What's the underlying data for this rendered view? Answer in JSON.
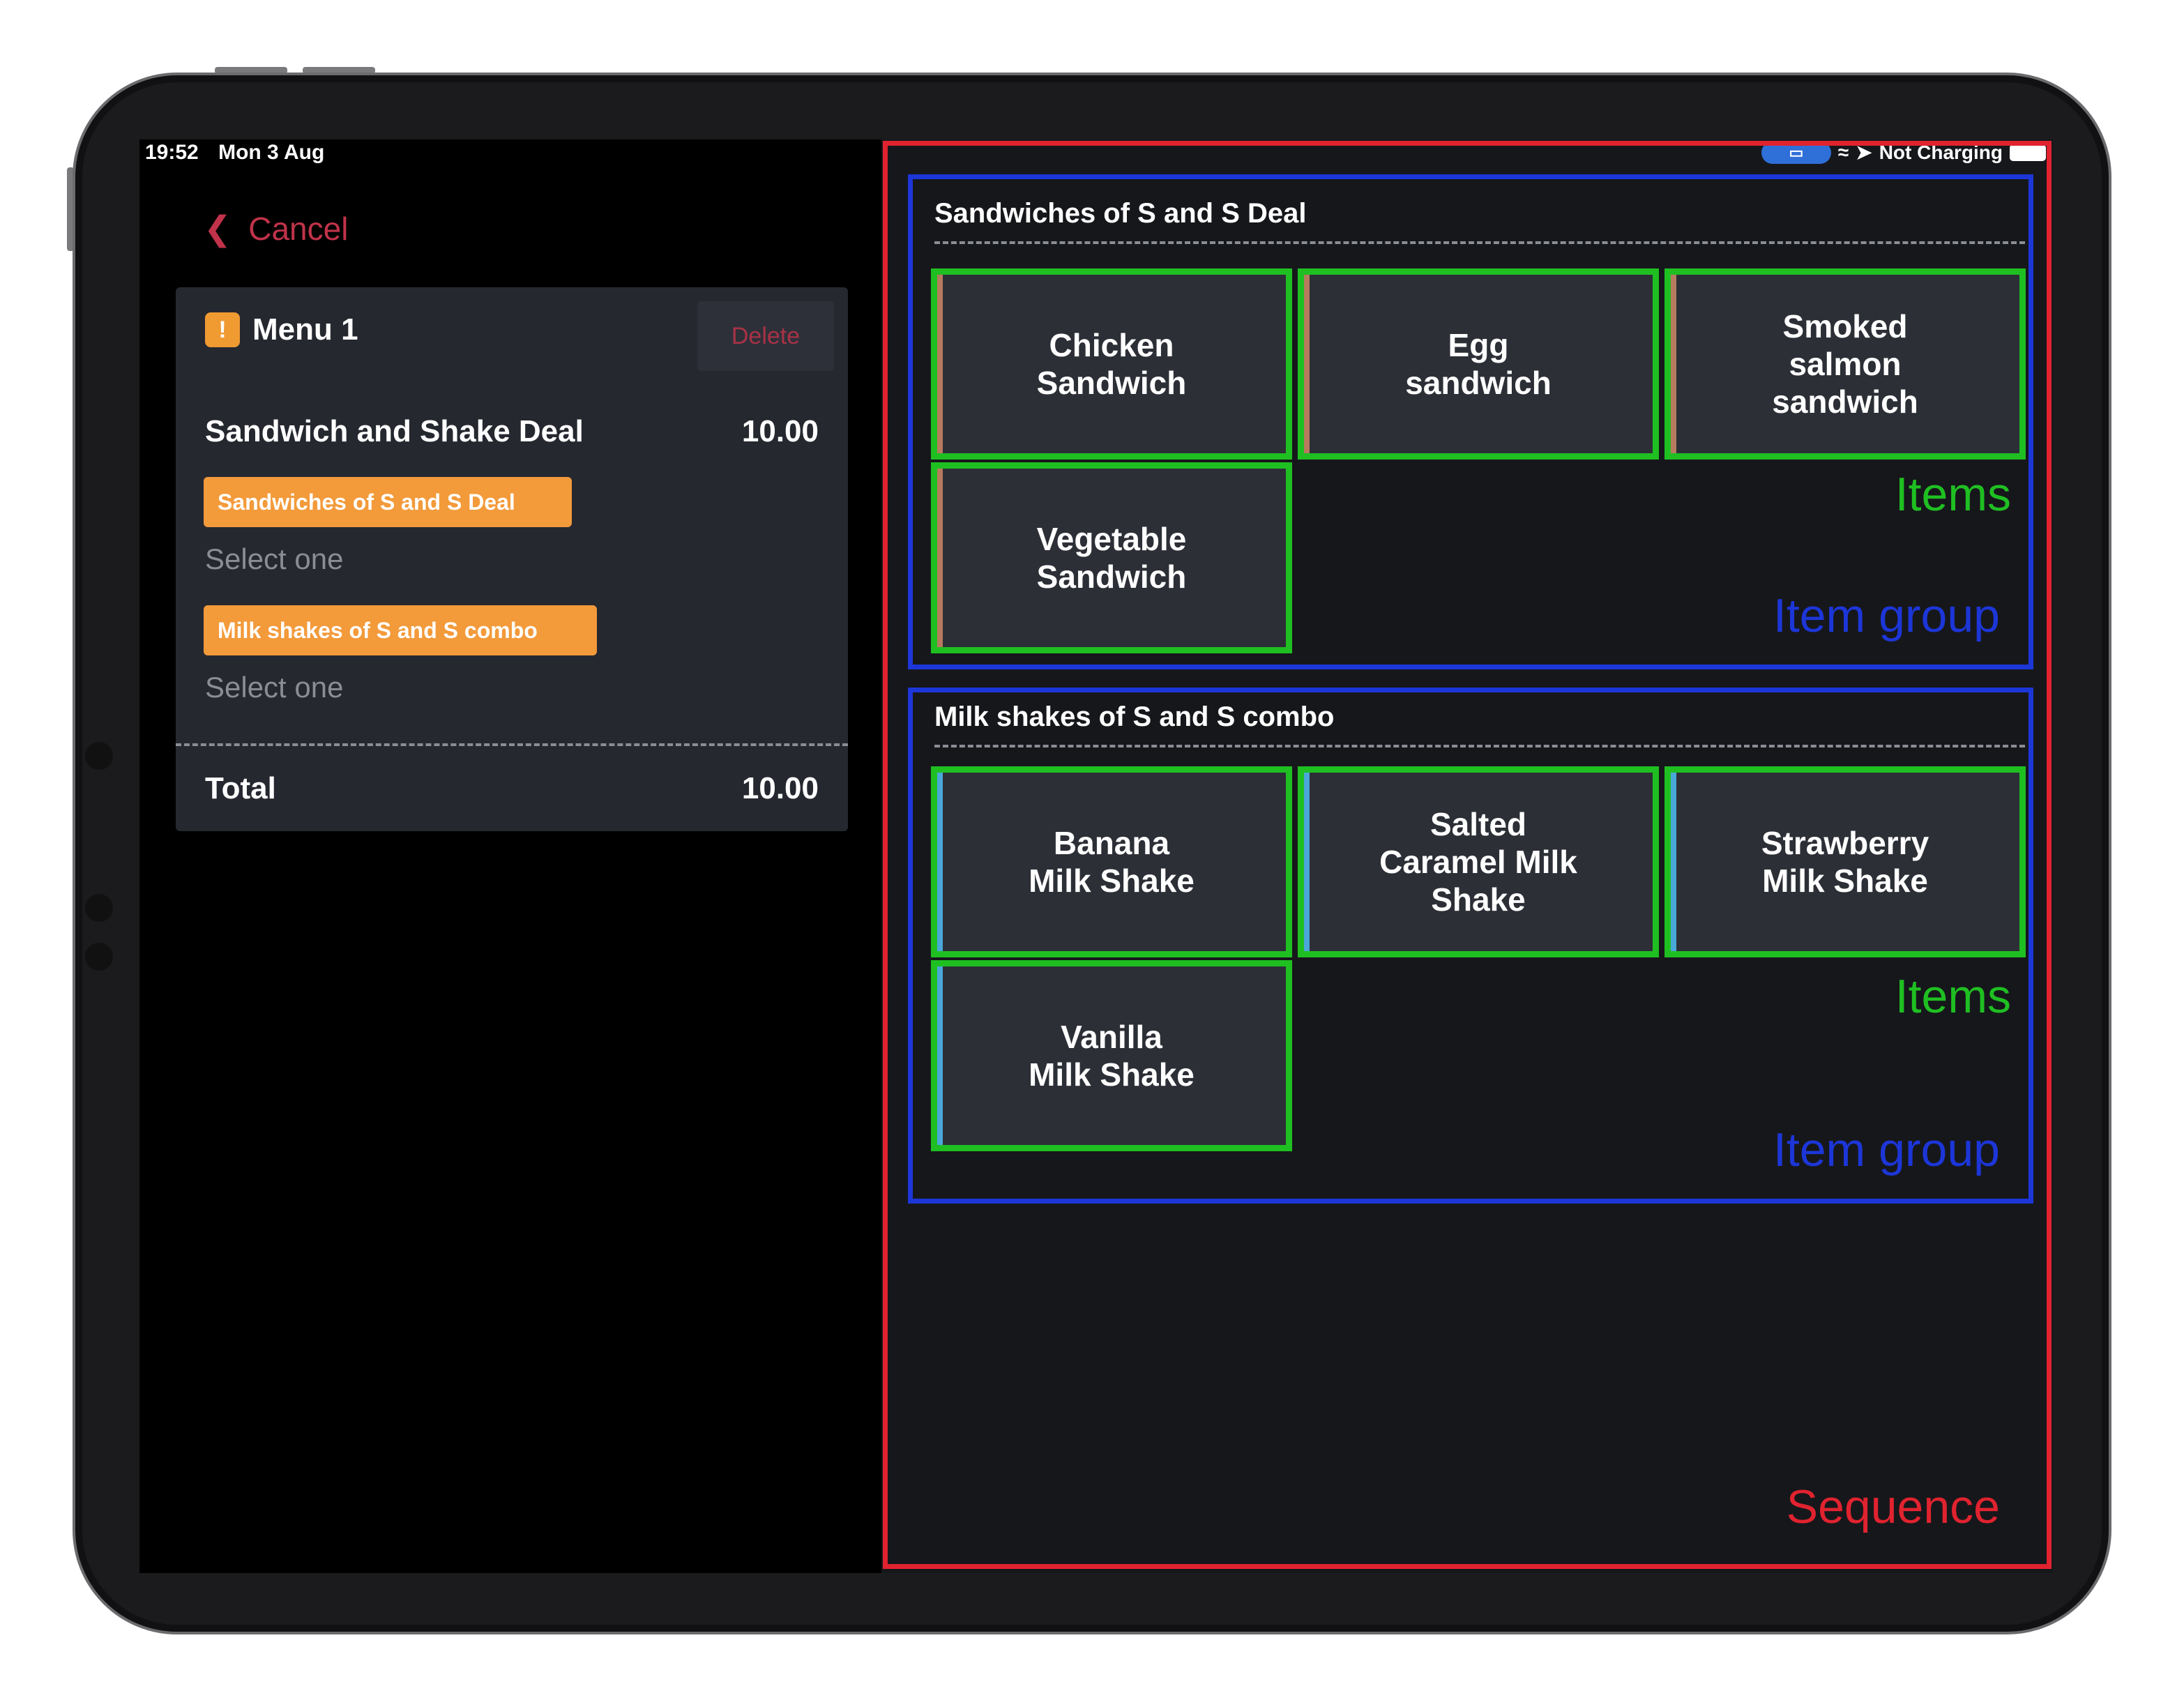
{
  "status_bar": {
    "time": "19:52",
    "date": "Mon 3 Aug",
    "right_text": "Not Charging"
  },
  "left_panel": {
    "cancel_label": "Cancel",
    "menu_title": "Menu 1",
    "delete_label": "Delete",
    "deal_name": "Sandwich and Shake Deal",
    "deal_price": "10.00",
    "tags": [
      {
        "label": "Sandwiches of S and S Deal",
        "hint": "Select one"
      },
      {
        "label": "Milk shakes of S and S combo",
        "hint": "Select one"
      }
    ],
    "total_label": "Total",
    "total_value": "10.00"
  },
  "groups": [
    {
      "title": "Sandwiches of S and S Deal",
      "items": [
        "Chicken\nSandwich",
        "Egg\nsandwich",
        "Smoked\nsalmon\nsandwich",
        "Vegetable\nSandwich"
      ]
    },
    {
      "title": "Milk shakes of S and S combo",
      "items": [
        "Banana\nMilk Shake",
        "Salted\nCaramel Milk\nShake",
        "Strawberry\nMilk Shake",
        "Vanilla\nMilk Shake"
      ]
    }
  ],
  "annotations": {
    "items": "Items",
    "item_group": "Item group",
    "sequence": "Sequence"
  },
  "colors": {
    "accent_orange": "#f39a3a",
    "cancel_red": "#c0334a",
    "annot_red": "#e0232f",
    "annot_blue": "#1c36d8",
    "annot_green": "#1fbf22"
  },
  "icons": [
    "chevron-left-icon",
    "warning-icon",
    "wifi-icon",
    "screen-mirror-icon",
    "location-arrow-icon",
    "battery-icon"
  ]
}
